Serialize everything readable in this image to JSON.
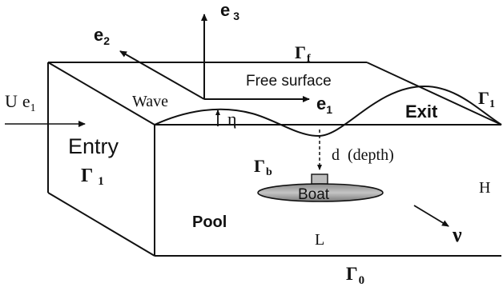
{
  "labels": {
    "e3": "e",
    "e3_sub": "3",
    "e2": "e",
    "e2_sub": "2",
    "e1": "e",
    "e1_sub": "1",
    "gamma_f": "Γ",
    "gamma_f_sub": "f",
    "free_surface": "Free surface",
    "wave": "Wave",
    "u_e1": "U",
    "u_e1_e": "e",
    "u_e1_sub": "1",
    "eta": "η",
    "exit": "Exit",
    "gamma1_right": "Γ",
    "gamma1_right_sub": "1",
    "entry": "Entry",
    "gamma1_left": "Γ",
    "gamma1_left_sub": "1",
    "depth": "d  (depth)",
    "gamma_b": "Γ",
    "gamma_b_sub": "b",
    "boat": "Boat",
    "h": "H",
    "pool": "Pool",
    "nu": "ν",
    "l": "L",
    "gamma0": "Γ",
    "gamma0_sub": "0"
  },
  "colors": {
    "stroke": "#111111",
    "boat_fill": "#a8a8a8",
    "background": "#ffffff"
  }
}
